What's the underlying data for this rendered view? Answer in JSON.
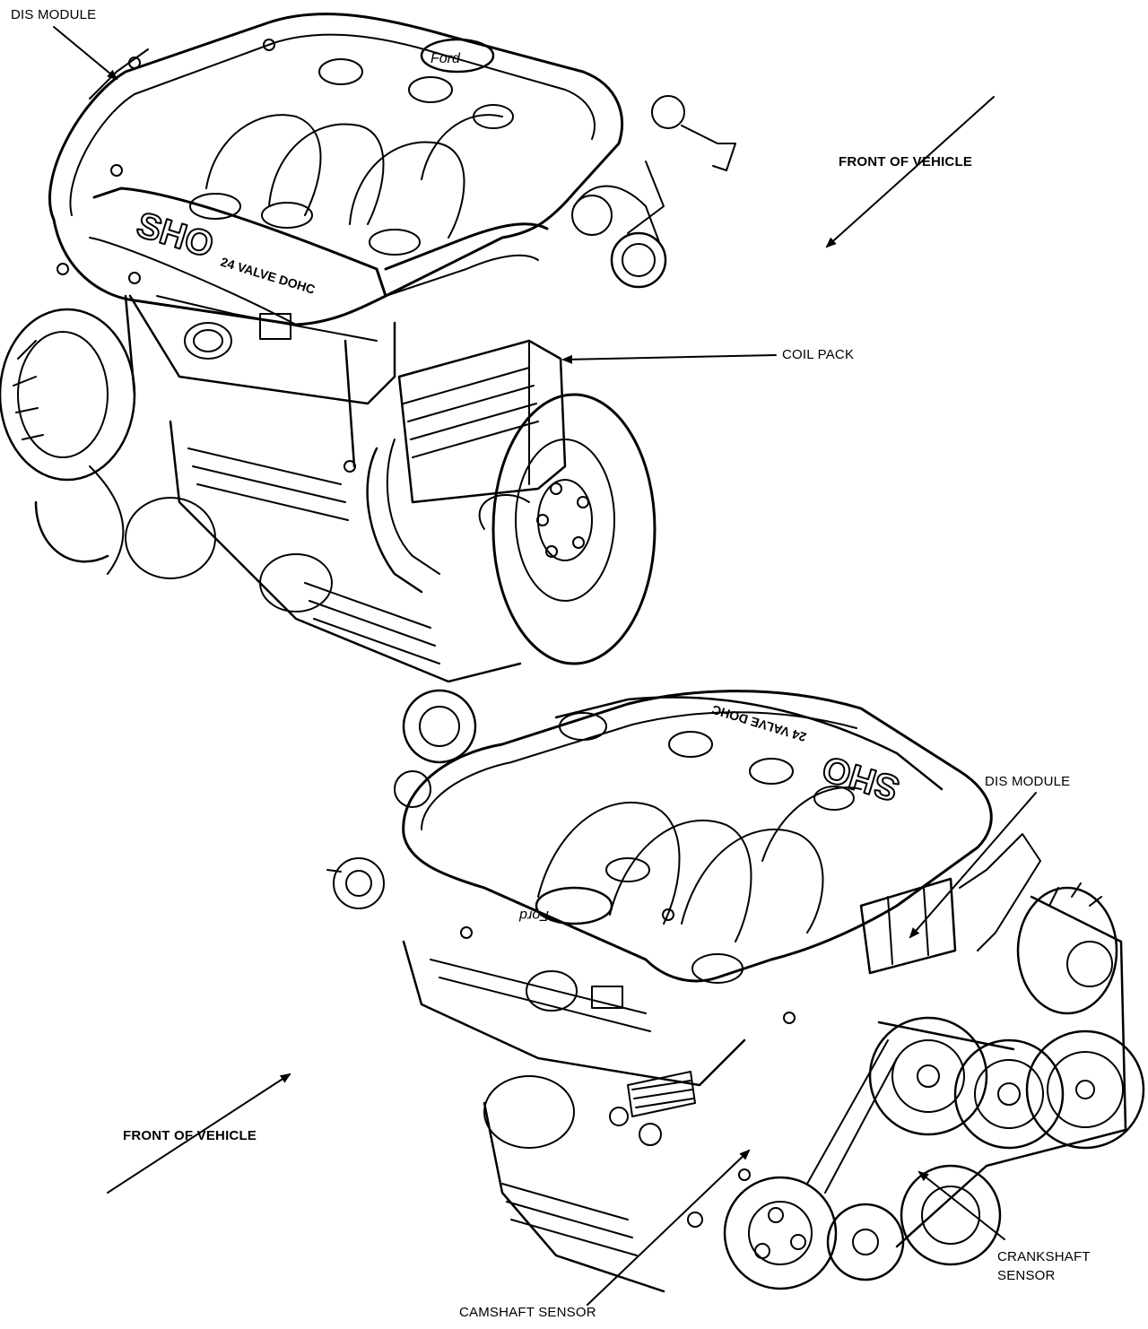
{
  "labels": {
    "dis_module_top": "DIS MODULE",
    "front_of_vehicle_top": "FRONT OF VEHICLE",
    "coil_pack": "COIL PACK",
    "dis_module_bottom": "DIS MODULE",
    "front_of_vehicle_bottom": "FRONT OF VEHICLE",
    "crankshaft_sensor_line1": "CRANKSHAFT",
    "crankshaft_sensor_line2": "SENSOR",
    "camshaft_sensor": "CAMSHAFT SENSOR"
  },
  "engine_markings": {
    "top_plenum": "SHO",
    "top_plenum_sub": "24 VALVE DOHC",
    "bottom_plenum": "SHO",
    "bottom_plenum_sub": "24 VALVE DOHC",
    "logo": "Ford"
  },
  "colors": {
    "ink": "#000000",
    "paper": "#ffffff"
  }
}
